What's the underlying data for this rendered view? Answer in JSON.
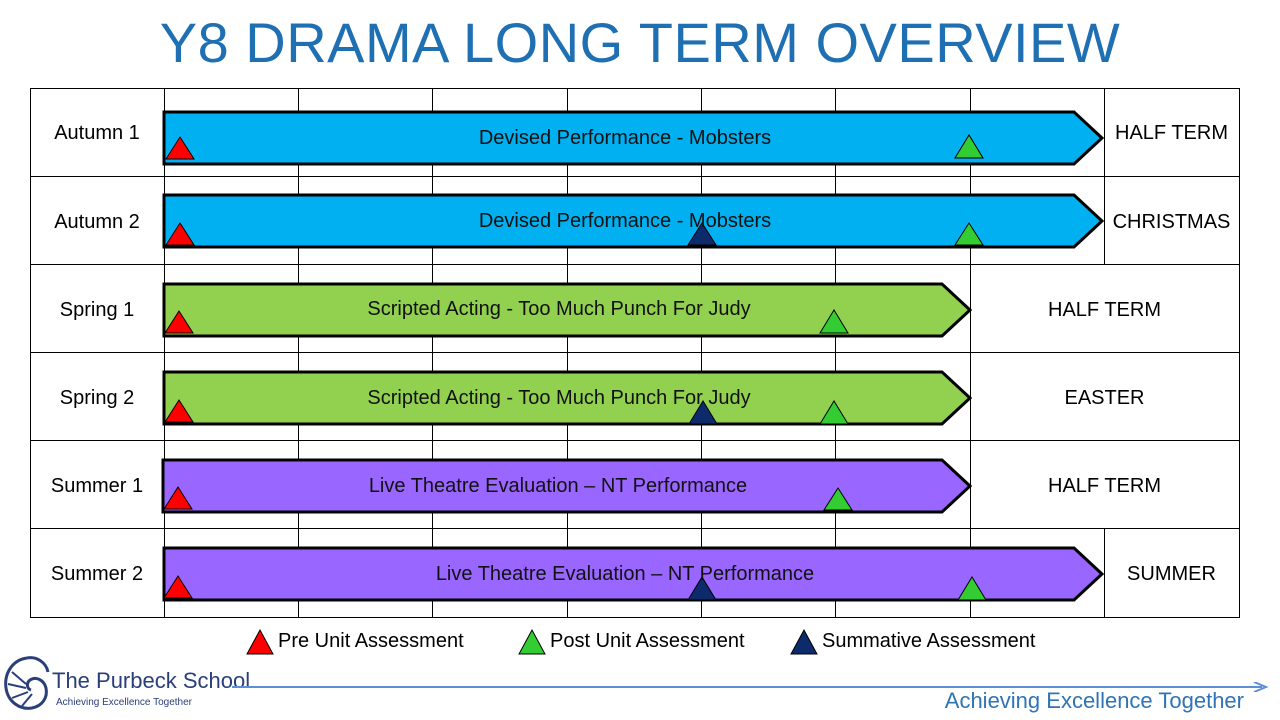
{
  "title": "Y8 DRAMA LONG TERM OVERVIEW",
  "terms": [
    "Autumn 1",
    "Autumn 2",
    "Spring 1",
    "Spring 2",
    "Summer 1",
    "Summer 2"
  ],
  "holidays": [
    "HALF TERM",
    "CHRISTMAS",
    "HALF TERM",
    "EASTER",
    "HALF TERM",
    "SUMMER"
  ],
  "units": [
    {
      "label": "Devised Performance  - Mobsters",
      "color": "#00b0f0",
      "weeks": 7
    },
    {
      "label": "Devised Performance  - Mobsters",
      "color": "#00b0f0",
      "weeks": 7
    },
    {
      "label": "Scripted Acting  - Too Much Punch For Judy",
      "color": "#92d050",
      "weeks": 6
    },
    {
      "label": "Scripted Acting  - Too Much Punch For Judy",
      "color": "#92d050",
      "weeks": 6
    },
    {
      "label": "Live Theatre Evaluation – NT Performance",
      "color": "#9966ff",
      "weeks": 6
    },
    {
      "label": "Live Theatre Evaluation – NT Performance",
      "color": "#9966ff",
      "weeks": 7
    }
  ],
  "assessments": {
    "pre_color": "#ff0000",
    "post_color": "#33cc33",
    "summative_color": "#0d2a6b"
  },
  "legend": {
    "pre": "Pre Unit Assessment",
    "post": "Post Unit Assessment",
    "summative": "Summative Assessment"
  },
  "footer": {
    "school_name": "The Purbeck School",
    "school_motto_small": "Achieving Excellence Together",
    "tagline": "Achieving Excellence Together"
  }
}
